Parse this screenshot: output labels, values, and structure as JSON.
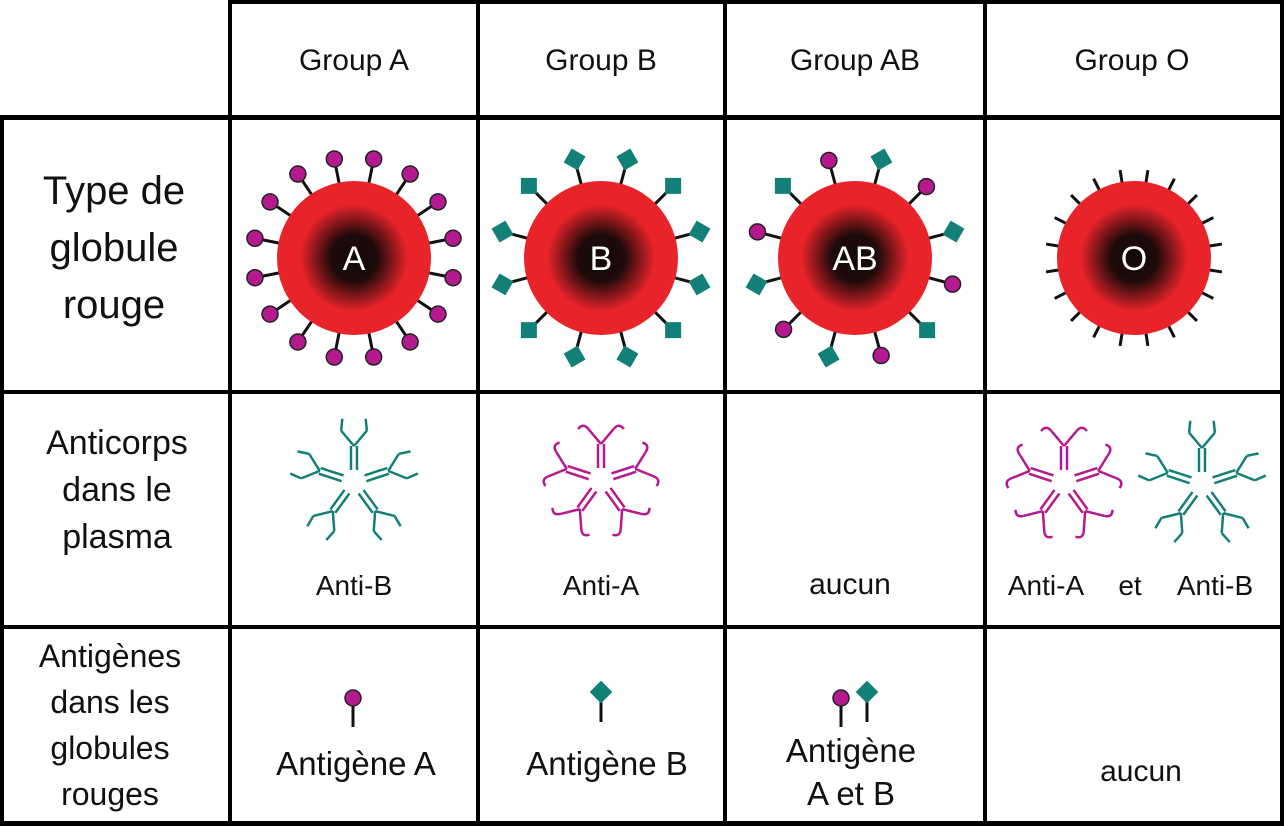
{
  "columns": [
    "Group A",
    "Group B",
    "Group AB",
    "Group O"
  ],
  "rows": [
    {
      "label_lines": [
        "Type de",
        "globule",
        "rouge"
      ]
    },
    {
      "label_lines": [
        "Anticorps",
        "dans le",
        "plasma"
      ]
    },
    {
      "label_lines": [
        "Antigènes",
        "dans les",
        "globules",
        "rouges"
      ]
    }
  ],
  "cells": {
    "rbc_letters": [
      "A",
      "B",
      "AB",
      "O"
    ],
    "antibodies": [
      "Anti-B",
      "Anti-A",
      "aucun",
      "Anti-A",
      "et",
      "Anti-B"
    ],
    "antigens": {
      "a": "Antigène A",
      "b": "Antigène B",
      "ab_line1": "Antigène",
      "ab_line2": "A et B",
      "o": "aucun"
    }
  },
  "colors": {
    "antigen_a": "#b5198f",
    "antigen_b": "#138078",
    "cell_red": "#e8232a",
    "cell_dark": "#140808"
  }
}
